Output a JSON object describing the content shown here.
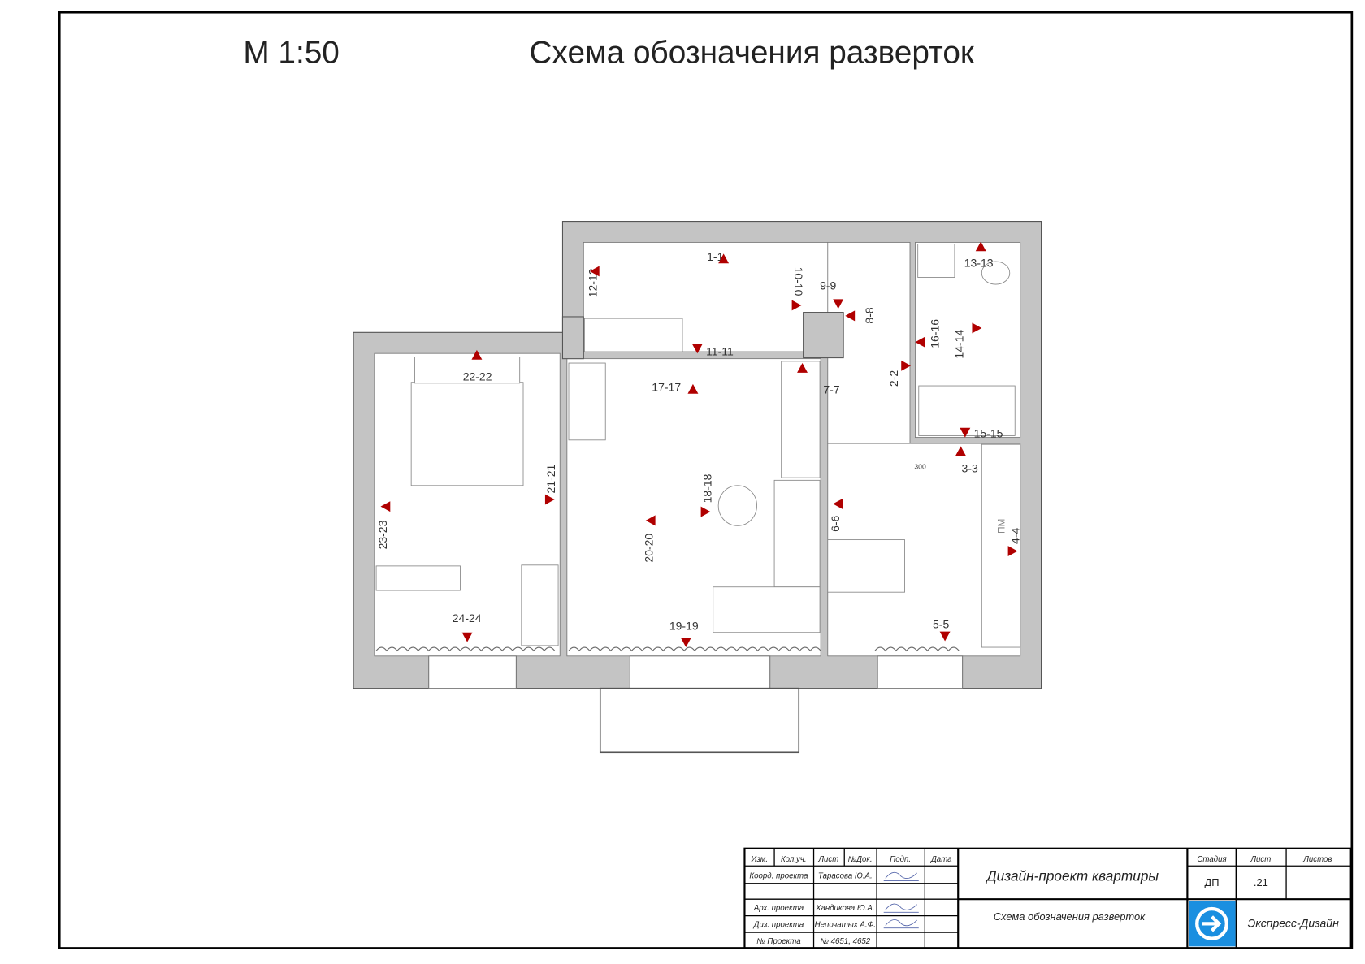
{
  "header": {
    "scale": "М 1:50",
    "title": "Схема обозначения разверток"
  },
  "colors": {
    "marker": "#b00000",
    "wall": "#c4c4c4",
    "logo": "#1a8fe0"
  },
  "markers": [
    "1-1",
    "12-12",
    "10-10",
    "9-9",
    "8-8",
    "13-13",
    "16-16",
    "14-14",
    "2-2",
    "11-11",
    "22-22",
    "17-17",
    "7-7",
    "15-15",
    "3-3",
    "21-21",
    "18-18",
    "23-23",
    "20-20",
    "6-6",
    "4-4",
    "24-24",
    "19-19",
    "5-5"
  ],
  "plan": {
    "dimension": "300",
    "fridge_label": "ПМ"
  },
  "title_block": {
    "head": [
      "Изм.",
      "Кол.уч.",
      "Лист",
      "№Док.",
      "Подп.",
      "Дата"
    ],
    "rows": [
      {
        "role": "Коорд. проекта",
        "name": "Тарасова Ю.А."
      },
      {
        "role": "",
        "name": ""
      },
      {
        "role": "Арх. проекта",
        "name": "Хандикова Ю.А."
      },
      {
        "role": "Диз. проекта",
        "name": "Непочатых А.Ф."
      },
      {
        "role": "№ Проекта",
        "name": "№ 4651, 4652"
      }
    ],
    "project": "Дизайн-проект квартиры",
    "sheet_title": "Схема обозначения разверток",
    "stage_label": "Стадия",
    "sheet_label": "Лист",
    "sheets_label": "Листов",
    "stage": "ДП",
    "sheet": ".21",
    "sheets": "",
    "company": "Экспресс-Дизайн",
    "logo_icon": "arrow-right-circle-icon"
  }
}
